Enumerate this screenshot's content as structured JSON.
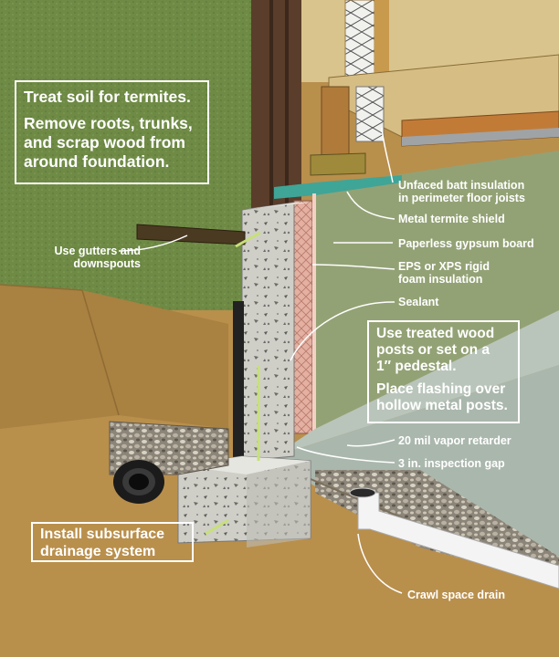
{
  "callout_boxes": {
    "termites": {
      "line1": "Treat soil for termites.",
      "line2": "Remove roots, trunks,\nand scrap wood from\naround foundation."
    },
    "posts": {
      "line1": "Use treated wood\nposts or set on a\n1″ pedestal.",
      "line2": "Place flashing over\nhollow metal posts."
    },
    "drainage": {
      "text": "Install subsurface\ndrainage system"
    }
  },
  "labels": {
    "gutters": "Use gutters and\ndownspouts",
    "batt_insulation": "Unfaced batt insulation\nin perimeter floor joists",
    "termite_shield": "Metal termite shield",
    "gypsum": "Paperless gypsum board",
    "eps": "EPS or XPS rigid\nfoam insulation",
    "sealant": "Sealant",
    "vapor_retarder": "20 mil vapor retarder",
    "inspection_gap": "3 in. inspection gap",
    "crawl_drain": "Crawl space drain"
  },
  "colors": {
    "grass": "#6e8a45",
    "soil": "#b98f4c",
    "concrete": "#c9c9c2",
    "vapor_retarder": "#aab7ad",
    "gypsum": "#93a275",
    "foam": "#d9a99b",
    "termite_shield": "#3fa597",
    "lumber": "#c89a4e",
    "text": "#ffffff"
  }
}
